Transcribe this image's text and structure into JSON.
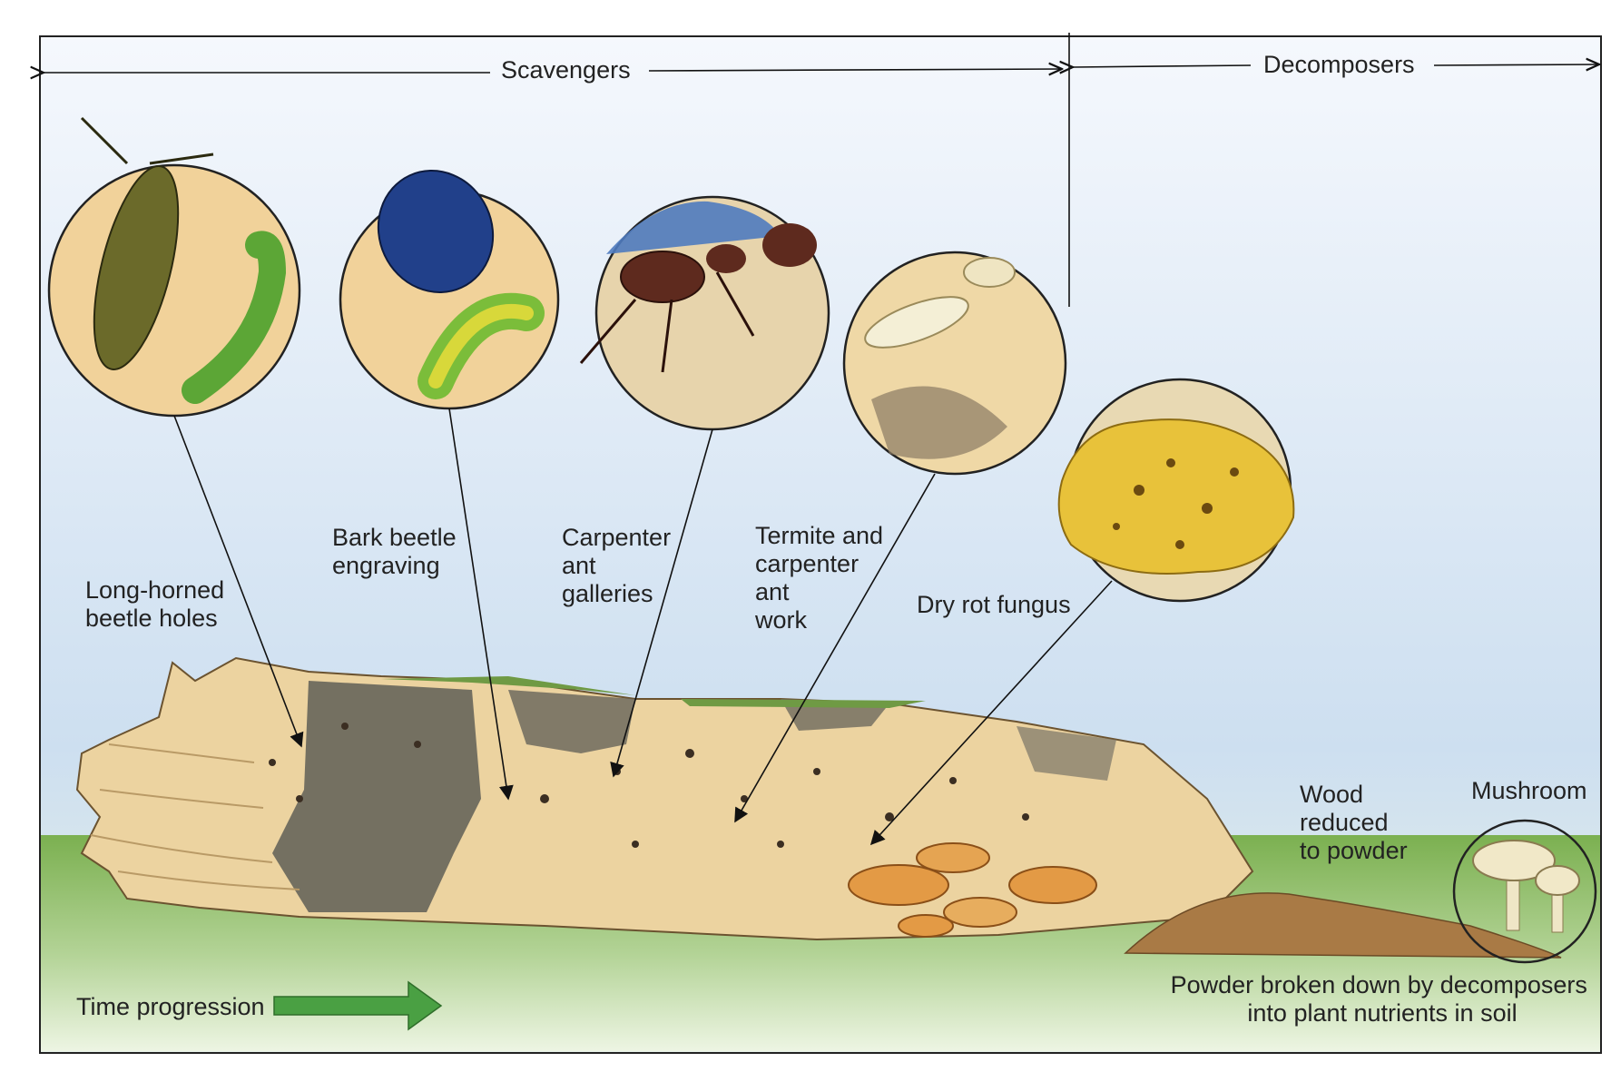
{
  "header": {
    "scavengers": "Scavengers",
    "decomposers": "Decomposers"
  },
  "organisms": [
    {
      "id": "long-horned-beetle",
      "lines": [
        "Long-horned",
        "beetle holes"
      ]
    },
    {
      "id": "bark-beetle",
      "lines": [
        "Bark beetle",
        "engraving"
      ]
    },
    {
      "id": "carpenter-ant",
      "lines": [
        "Carpenter",
        "ant",
        "galleries"
      ]
    },
    {
      "id": "termite",
      "lines": [
        "Termite and",
        "carpenter",
        "ant",
        "work"
      ]
    },
    {
      "id": "dry-rot-fungus",
      "lines": [
        "Dry rot fungus"
      ]
    }
  ],
  "ground_labels": {
    "wood_powder": [
      "Wood",
      "reduced",
      "to powder"
    ],
    "mushroom": "Mushroom",
    "powder_note": [
      "Powder broken down by decomposers",
      "into plant nutrients in soil"
    ]
  },
  "time": {
    "label": "Time progression"
  },
  "colors": {
    "sky_top": "#f4f8ff",
    "sky_bottom": "#c9dcef",
    "grass": "#86b35a",
    "log_light": "#ecd3a0",
    "log_dark": "#6e6a5e",
    "circle_fill": "#f1d29a",
    "fungus": "#e8c23a",
    "arrow_green": "#4aa043",
    "mushroom_orange": "#e39a45"
  }
}
